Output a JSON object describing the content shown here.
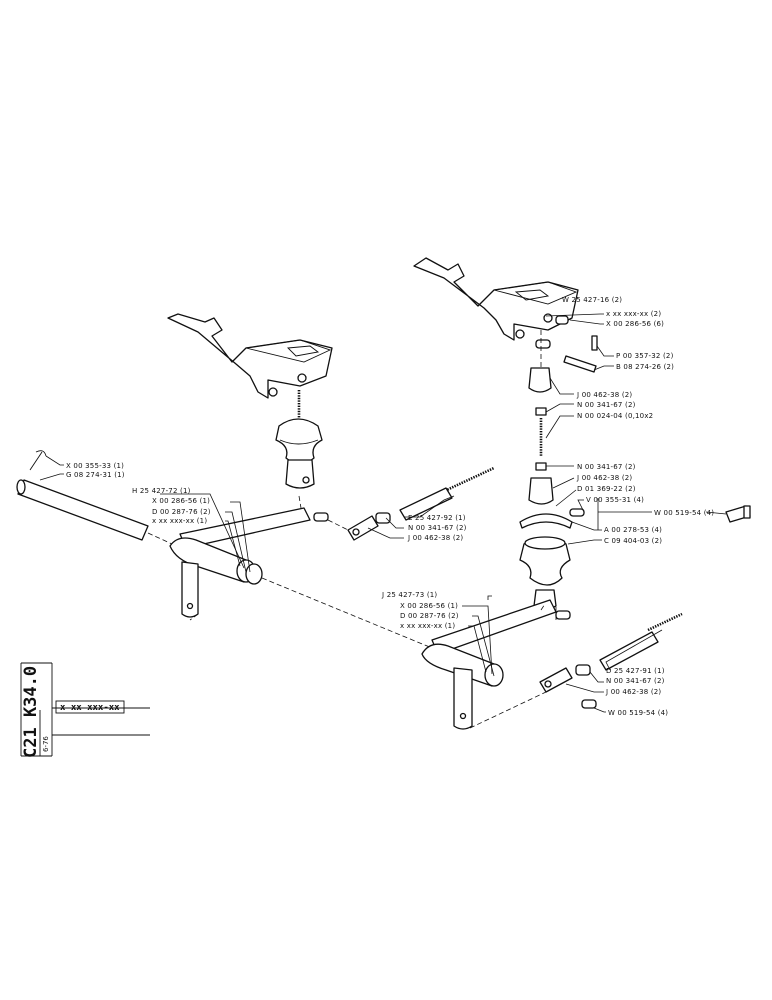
{
  "title_block": {
    "group_code": "C21 K34.0",
    "date": "6-76",
    "reference": "x xx xxx-xx"
  },
  "callouts": {
    "rod_clip": "X 00 355-33 (1)",
    "rod": "G 08 274-31 (1)",
    "left_lever": "H 25 427-72 (1)",
    "left_bushing_a": "X 00 286-56 (1)",
    "left_bushing_b": "D 00 287-76 (2)",
    "left_unit": "x xx xxx-xx (1)",
    "left_link": "E 25 427-92 (1)",
    "left_nut": "N 00 341-67 (2)",
    "left_clevis": "J 00 462-38 (2)",
    "pedal_assembly": "W 25 427-16 (2)",
    "pedal_unit": "x xx xxx-xx (2)",
    "pedal_bushing": "X 00 286-56 (6)",
    "pedal_pin": "P 00 357-32 (2)",
    "pedal_shaft": "B 08 274-26 (2)",
    "upper_clevis": "J 00 462-38 (2)",
    "upper_nut": "N 00 341-67 (2)",
    "threaded_rod": "N 00 024-04 (0,10x2",
    "lower_nut": "N 00 341-67 (2)",
    "lower_clevis": "J 00 462-38 (2)",
    "clevis_pin": "D 01 369-22 (2)",
    "retaining_pin": "V 00 355-31 (4)",
    "washer": "A 00 278-53 (4)",
    "boot": "C 09 404-03 (2)",
    "spring_pin": "W 00 519-54 (4)",
    "right_lever": "J 25 427-73 (1)",
    "right_bushing_a": "X 00 286-56 (1)",
    "right_bushing_b": "D 00 287-76 (2)",
    "right_unit": "x xx xxx-xx (1)",
    "right_link": "D 25 427-91 (1)",
    "right_nut": "N 00 341-67 (2)",
    "right_clevis": "J 00 462-38 (2)",
    "right_spring_pin": "W 00 519-54 (4)"
  }
}
